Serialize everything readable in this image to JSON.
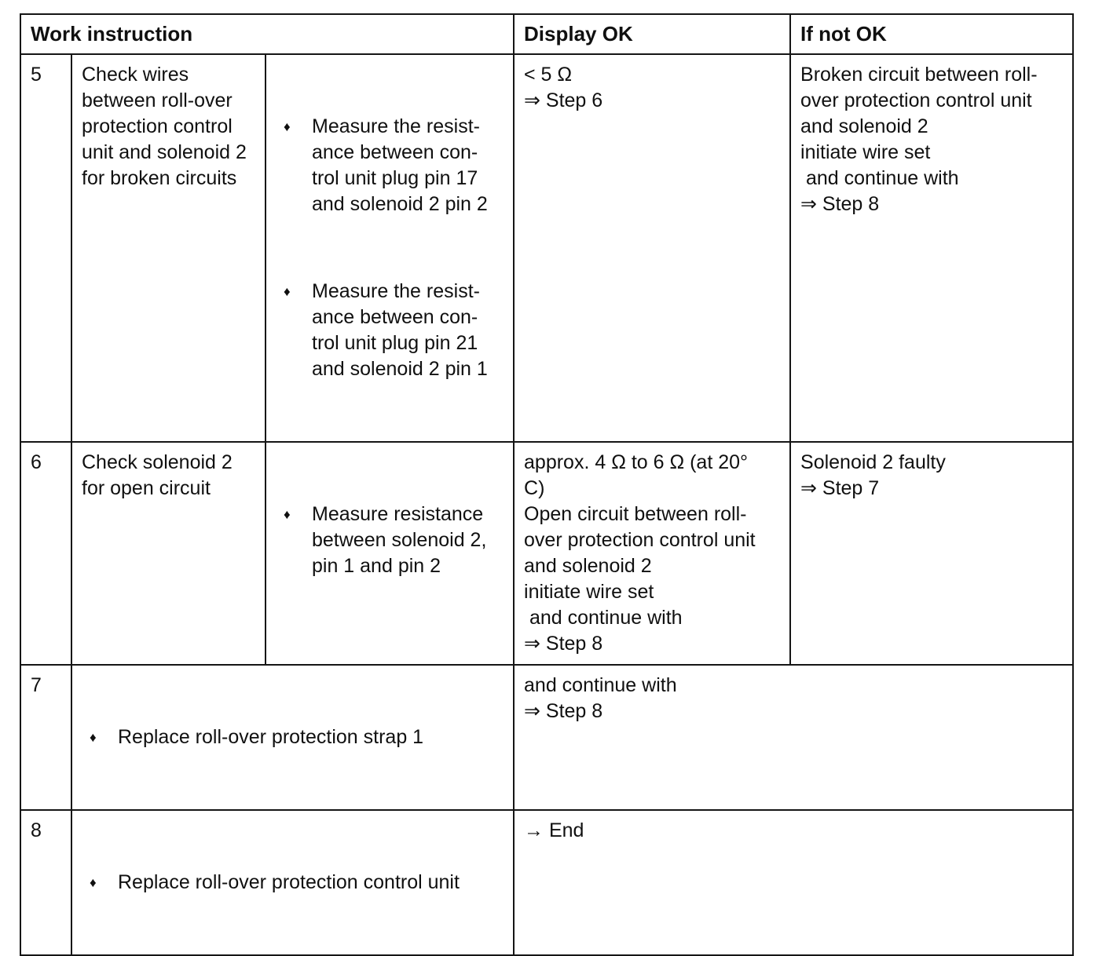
{
  "glyphs": {
    "bullet": "♦"
  },
  "header": {
    "work_instruction": "Work instruction",
    "display_ok": "Display OK",
    "if_not_ok": "If not OK"
  },
  "rows": [
    {
      "step": "5",
      "task": "Check wires\nbetween roll-over\nprotection control\nunit and solenoid 2\nfor broken circuits",
      "actions": [
        "Measure the resist-\nance between con-\ntrol unit plug pin 17\nand solenoid 2 pin 2",
        "Measure the resist-\nance between con-\ntrol unit plug pin 21\nand solenoid 2 pin 1"
      ],
      "display_ok": "< 5 Ω\n⇒ Step 6",
      "if_not_ok": "Broken circuit between roll-\nover protection control unit\nand solenoid 2\ninitiate wire set\n and continue with\n⇒ Step 8"
    },
    {
      "step": "6",
      "task": "Check solenoid 2\nfor open circuit",
      "actions": [
        "Measure resistance\nbetween solenoid 2,\npin 1 and pin 2"
      ],
      "display_ok": "approx. 4 Ω to 6 Ω (at 20°\nC)\nOpen circuit between roll-\nover protection control unit\nand solenoid 2\ninitiate wire set\n and continue with\n⇒ Step 8",
      "if_not_ok": "Solenoid 2 faulty\n⇒ Step 7"
    },
    {
      "step": "7",
      "action": "Replace roll-over protection strap 1",
      "result": "and continue with\n⇒ Step 8"
    },
    {
      "step": "8",
      "action": "Replace roll-over protection control unit",
      "result": "→ End"
    }
  ]
}
